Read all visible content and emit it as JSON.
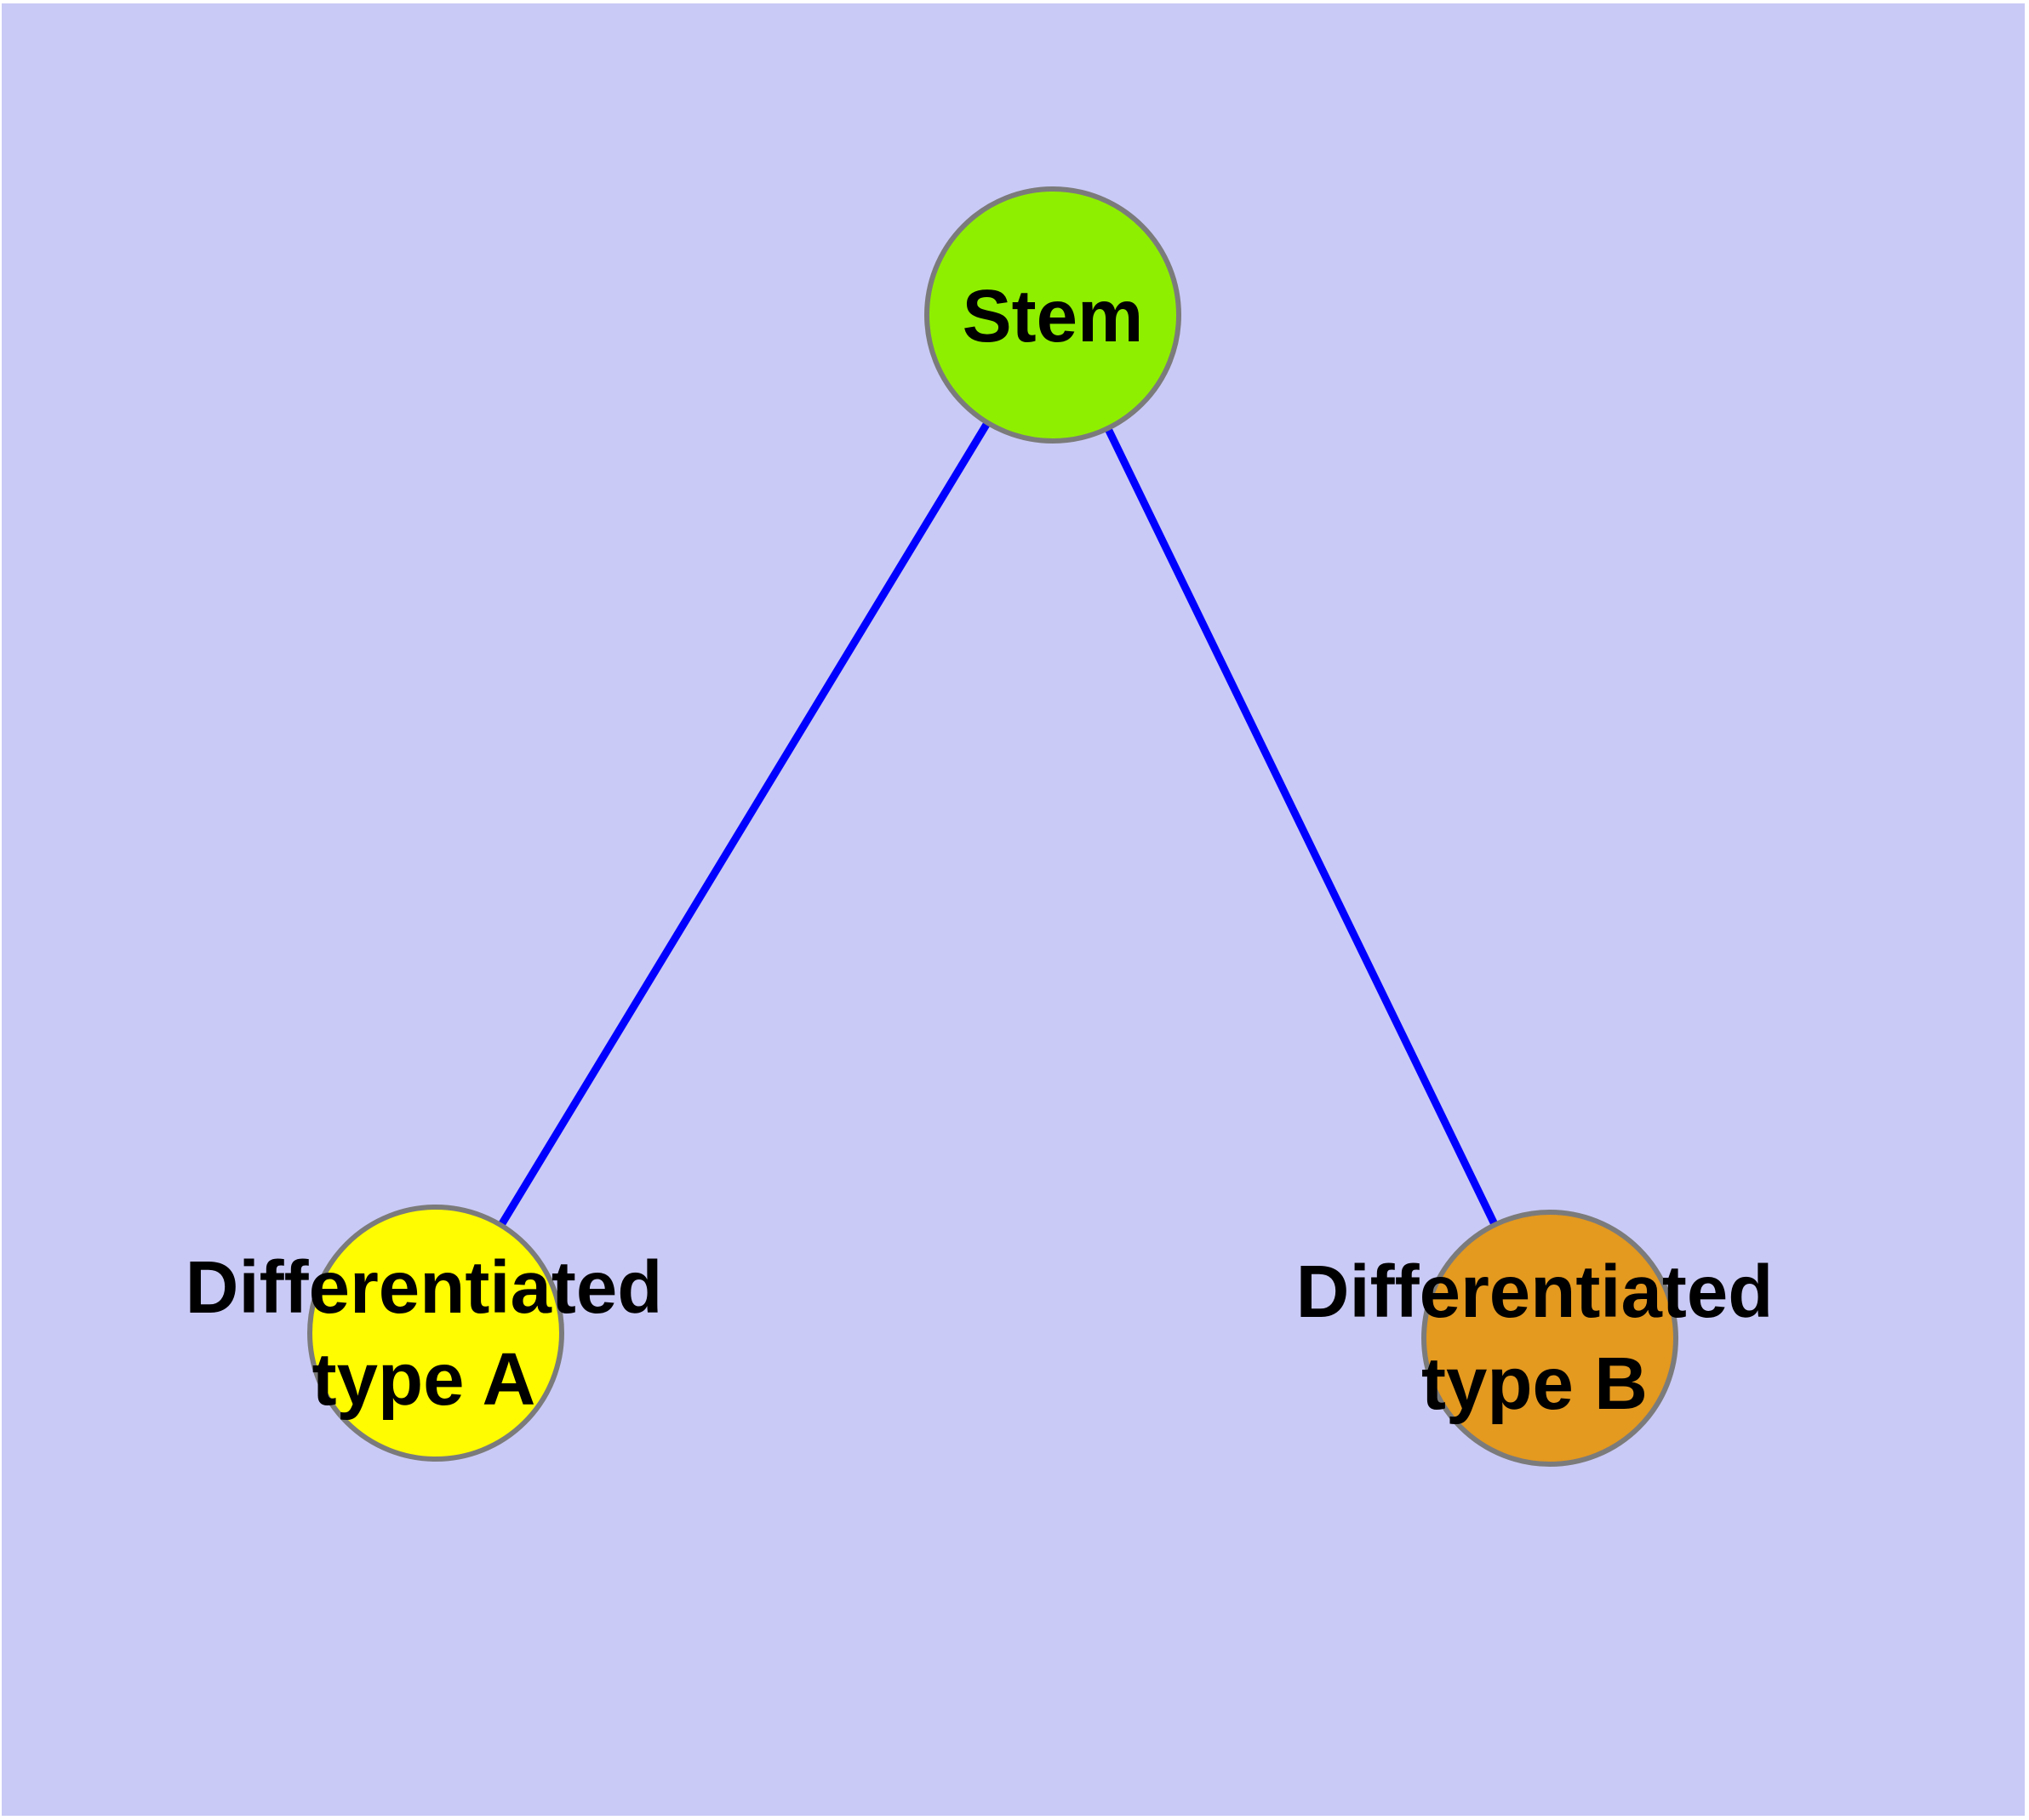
{
  "diagram": {
    "type": "node-link-graph",
    "background_color": "#CACAF6",
    "page_margin_color": "#FFFFFF",
    "edge_color": "#0000FF",
    "node_border_color": "#7B7B7B",
    "text_color": "#000000",
    "nodes": [
      {
        "id": "stem",
        "label": "Stem",
        "fill": "#8FEF00"
      },
      {
        "id": "differentiated-type-a",
        "label": "Differentiated\ntype A",
        "fill": "#FFFB00"
      },
      {
        "id": "differentiated-type-b",
        "label": "Differentiated\ntype B",
        "fill": "#E4991F"
      }
    ],
    "edges": [
      {
        "from": "stem",
        "to": "differentiated-type-a"
      },
      {
        "from": "stem",
        "to": "differentiated-type-b"
      }
    ]
  }
}
